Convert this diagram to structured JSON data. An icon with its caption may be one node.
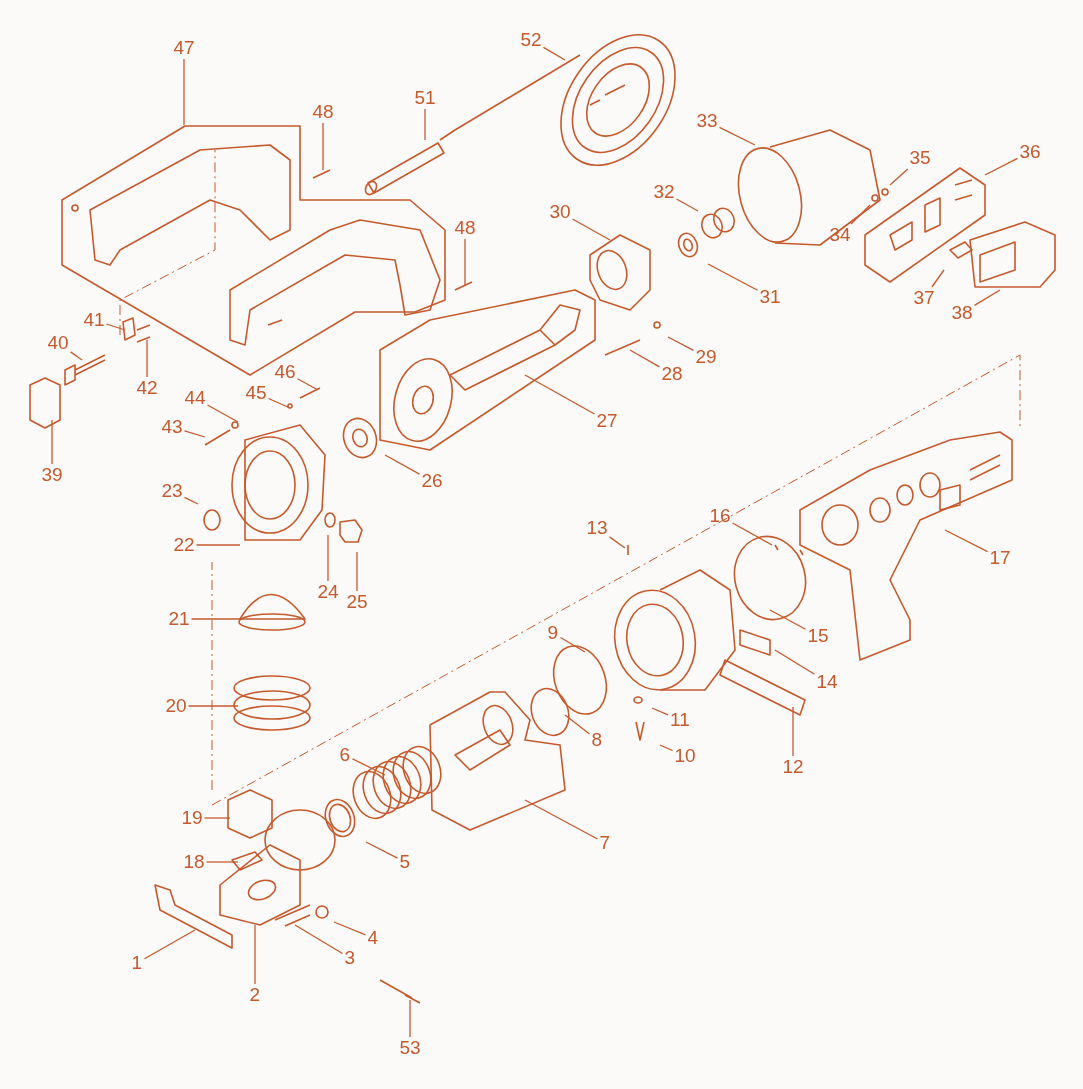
{
  "diagram": {
    "nodes": [
      {
        "text": [
          "1"
        ]
      },
      {
        "text": [
          "2"
        ]
      },
      {
        "text": [
          "3"
        ]
      },
      {
        "text": [
          "4"
        ]
      },
      {
        "text": [
          "5"
        ]
      },
      {
        "text": [
          "6"
        ]
      },
      {
        "text": [
          "7"
        ]
      },
      {
        "text": [
          "8"
        ]
      },
      {
        "text": [
          "9"
        ]
      },
      {
        "text": [
          "10"
        ]
      },
      {
        "text": [
          "11"
        ]
      },
      {
        "text": [
          "12"
        ]
      },
      {
        "text": [
          "13"
        ]
      },
      {
        "text": [
          "14"
        ]
      },
      {
        "text": [
          "15"
        ]
      },
      {
        "text": [
          "16"
        ]
      },
      {
        "text": [
          "17"
        ]
      },
      {
        "text": [
          "18"
        ]
      },
      {
        "text": [
          "19"
        ]
      },
      {
        "text": [
          "20"
        ]
      },
      {
        "text": [
          "21"
        ]
      },
      {
        "text": [
          "22"
        ]
      },
      {
        "text": [
          "23"
        ]
      },
      {
        "text": [
          "24"
        ]
      },
      {
        "text": [
          "25"
        ]
      },
      {
        "text": [
          "26"
        ]
      },
      {
        "text": [
          "27"
        ]
      },
      {
        "text": [
          "28"
        ]
      },
      {
        "text": [
          "29"
        ]
      },
      {
        "text": [
          "30"
        ]
      },
      {
        "text": [
          "31"
        ]
      },
      {
        "text": [
          "32"
        ]
      },
      {
        "text": [
          "33"
        ]
      },
      {
        "text": [
          "34"
        ]
      },
      {
        "text": [
          "35"
        ]
      },
      {
        "text": [
          "36"
        ]
      },
      {
        "text": [
          "37"
        ]
      },
      {
        "text": [
          "38"
        ]
      },
      {
        "text": [
          "39"
        ]
      },
      {
        "text": [
          "40"
        ]
      },
      {
        "text": [
          "41"
        ]
      },
      {
        "text": [
          "42"
        ]
      },
      {
        "text": [
          "43"
        ]
      },
      {
        "text": [
          "44"
        ]
      },
      {
        "text": [
          "45"
        ]
      },
      {
        "text": [
          "46"
        ]
      },
      {
        "text": [
          "47"
        ]
      },
      {
        "text": [
          "48"
        ]
      },
      {
        "text": [
          "48"
        ]
      },
      {
        "text": [
          "51"
        ]
      },
      {
        "text": [
          "52"
        ]
      },
      {
        "text": [
          "53"
        ]
      }
    ],
    "edges": [
      {
        "from": 0,
        "to": null,
        "arrow": "none"
      },
      {
        "from": 1,
        "to": null,
        "arrow": "none"
      },
      {
        "from": 2,
        "to": null,
        "arrow": "none"
      },
      {
        "from": 3,
        "to": null,
        "arrow": "none"
      },
      {
        "from": 4,
        "to": null,
        "arrow": "none"
      },
      {
        "from": 5,
        "to": null,
        "arrow": "none"
      },
      {
        "from": 6,
        "to": null,
        "arrow": "none"
      },
      {
        "from": 7,
        "to": null,
        "arrow": "none"
      },
      {
        "from": 8,
        "to": null,
        "arrow": "none"
      },
      {
        "from": 9,
        "to": null,
        "arrow": "none"
      },
      {
        "from": 10,
        "to": null,
        "arrow": "none"
      },
      {
        "from": 11,
        "to": null,
        "arrow": "none"
      },
      {
        "from": 12,
        "to": null,
        "arrow": "none"
      },
      {
        "from": 13,
        "to": null,
        "arrow": "none"
      },
      {
        "from": 14,
        "to": null,
        "arrow": "none"
      },
      {
        "from": 15,
        "to": null,
        "arrow": "none"
      },
      {
        "from": 16,
        "to": null,
        "arrow": "none"
      },
      {
        "from": 17,
        "to": null,
        "arrow": "none"
      },
      {
        "from": 18,
        "to": null,
        "arrow": "none"
      },
      {
        "from": 19,
        "to": null,
        "arrow": "none"
      },
      {
        "from": 20,
        "to": null,
        "arrow": "none"
      },
      {
        "from": 21,
        "to": null,
        "arrow": "none"
      },
      {
        "from": 22,
        "to": null,
        "arrow": "none"
      },
      {
        "from": 23,
        "to": null,
        "arrow": "none"
      },
      {
        "from": 24,
        "to": null,
        "arrow": "none"
      },
      {
        "from": 25,
        "to": null,
        "arrow": "none"
      },
      {
        "from": 26,
        "to": null,
        "arrow": "none"
      },
      {
        "from": 27,
        "to": null,
        "arrow": "none"
      },
      {
        "from": 28,
        "to": null,
        "arrow": "none"
      },
      {
        "from": 29,
        "to": null,
        "arrow": "none"
      },
      {
        "from": 30,
        "to": null,
        "arrow": "none"
      },
      {
        "from": 31,
        "to": null,
        "arrow": "none"
      },
      {
        "from": 32,
        "to": null,
        "arrow": "none"
      },
      {
        "from": 33,
        "to": null,
        "arrow": "none"
      },
      {
        "from": 34,
        "to": null,
        "arrow": "none"
      },
      {
        "from": 35,
        "to": null,
        "arrow": "none"
      },
      {
        "from": 36,
        "to": null,
        "arrow": "none"
      },
      {
        "from": 37,
        "to": null,
        "arrow": "none"
      },
      {
        "from": 38,
        "to": null,
        "arrow": "none"
      },
      {
        "from": 39,
        "to": null,
        "arrow": "none"
      },
      {
        "from": 40,
        "to": null,
        "arrow": "none"
      },
      {
        "from": 41,
        "to": null,
        "arrow": "none"
      },
      {
        "from": 42,
        "to": null,
        "arrow": "none"
      },
      {
        "from": 43,
        "to": null,
        "arrow": "none"
      },
      {
        "from": 44,
        "to": null,
        "arrow": "none"
      },
      {
        "from": 45,
        "to": null,
        "arrow": "none"
      },
      {
        "from": 46,
        "to": null,
        "arrow": "none"
      },
      {
        "from": 47,
        "to": null,
        "arrow": "none"
      },
      {
        "from": 48,
        "to": null,
        "arrow": "none"
      },
      {
        "from": 49,
        "to": null,
        "arrow": "none"
      },
      {
        "from": 50,
        "to": null,
        "arrow": "none"
      },
      {
        "from": 51,
        "to": null,
        "arrow": "none"
      }
    ]
  }
}
